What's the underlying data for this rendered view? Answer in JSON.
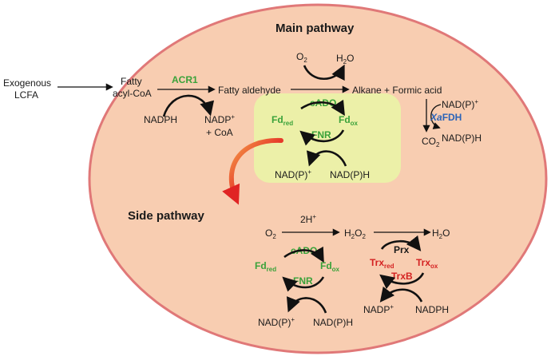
{
  "headers": {
    "main": "Main pathway",
    "side": "Side pathway"
  },
  "main": {
    "exogenous_1": "Exogenous",
    "exogenous_2": "LCFA",
    "fatty_1": "Fatty",
    "fatty_2": "acyl-CoA",
    "acr1": "ACR1",
    "nadph": "NADPH",
    "nadp": "NADP",
    "plus_sup": "+",
    "coa": "+ CoA",
    "fatty_aldehyde": "Fatty aldehyde",
    "o2": "O",
    "sub2": "2",
    "h2o_h": "H",
    "h2o_o": "O",
    "alkane": "Alkane + Formic acid",
    "cado": "cADO",
    "fd": "Fd",
    "red": "red",
    "ox": "ox",
    "fnr": "FNR",
    "nadp_p": "NAD(P)",
    "nadph_p": "NAD(P)H",
    "fdh_nad": "NAD(P)",
    "fdh_xa": "Xa",
    "fdh_fdh": "FDH",
    "co2_c": "CO",
    "fdh_nadh": "NAD(P)H"
  },
  "side": {
    "o2": "O",
    "two_h": "2H",
    "h2o2_h": "H",
    "h2o2_o": "O",
    "h2o_h": "H",
    "h2o_o": "O",
    "cado": "cADO",
    "fd": "Fd",
    "red": "red",
    "ox": "ox",
    "fnr": "FNR",
    "nadp_p": "NAD(P)",
    "nadph_p": "NAD(P)H",
    "prx": "Prx",
    "trx": "Trx",
    "trx_red": "red",
    "trx_ox": "ox",
    "trxb": "TrxB",
    "nadp": "NADP",
    "nadph": "NADPH"
  },
  "colors": {
    "cell_fill": "#f8cdb1",
    "cell_stroke": "#e07878",
    "box_fill": "#ecf0a8",
    "green": "#3aa23a",
    "red": "#d42222",
    "blue": "#2a63b8"
  }
}
